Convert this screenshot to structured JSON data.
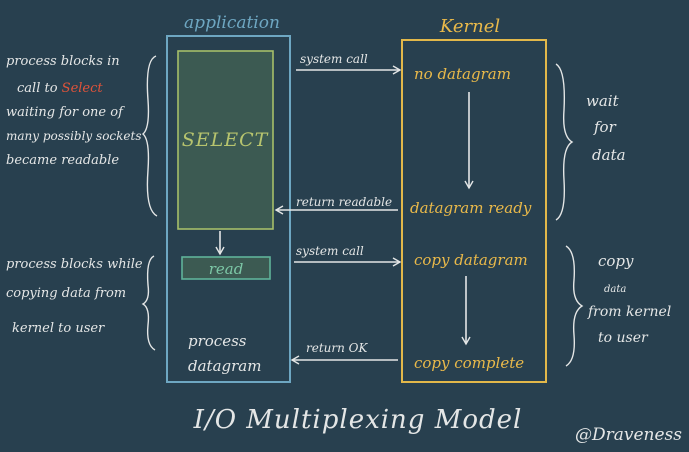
{
  "columns": {
    "application": "application",
    "kernel": "Kernel"
  },
  "app": {
    "select_box": "SELECT",
    "read_box": "read",
    "process_line1": "process",
    "process_line2": "datagram"
  },
  "kernel": {
    "no_datagram": "no datagram",
    "datagram_ready": "datagram ready",
    "copy_datagram": "copy datagram",
    "copy_complete": "copy complete"
  },
  "arrows": {
    "system_call_1": "system call",
    "return_readable": "return readable",
    "system_call_2": "system call",
    "return_ok": "return OK"
  },
  "left_notes": {
    "note1_line1": "process blocks in",
    "note1_line2a": "call to ",
    "note1_highlight": "Select",
    "note1_line3": "waiting for one of",
    "note1_line4": "many possibly sockets",
    "note1_line5": "became readable",
    "note2_line1": "process blocks while",
    "note2_line2": "copying data from",
    "note2_line3": "kernel to user"
  },
  "right_notes": {
    "wait_line1": "wait",
    "wait_line2": "for",
    "wait_line3": "data",
    "copy_line1": "copy",
    "copy_line2": "data",
    "copy_line3": "from kernel",
    "copy_line4": "to user"
  },
  "footer": {
    "title": "I/O Multiplexing Model",
    "signature": "@Draveness"
  },
  "colors": {
    "background": "#28404f",
    "app_border": "#6ea7c2",
    "kernel_border": "#e2b84a",
    "kernel_text": "#e9b94a",
    "select_fill": "#3c5a52",
    "select_border": "#a6be6a",
    "select_text": "#b7c46e",
    "read_border": "#5fb39a",
    "read_text": "#7cc7a6",
    "ink": "#e4e6e6",
    "highlight": "#e0533a"
  }
}
